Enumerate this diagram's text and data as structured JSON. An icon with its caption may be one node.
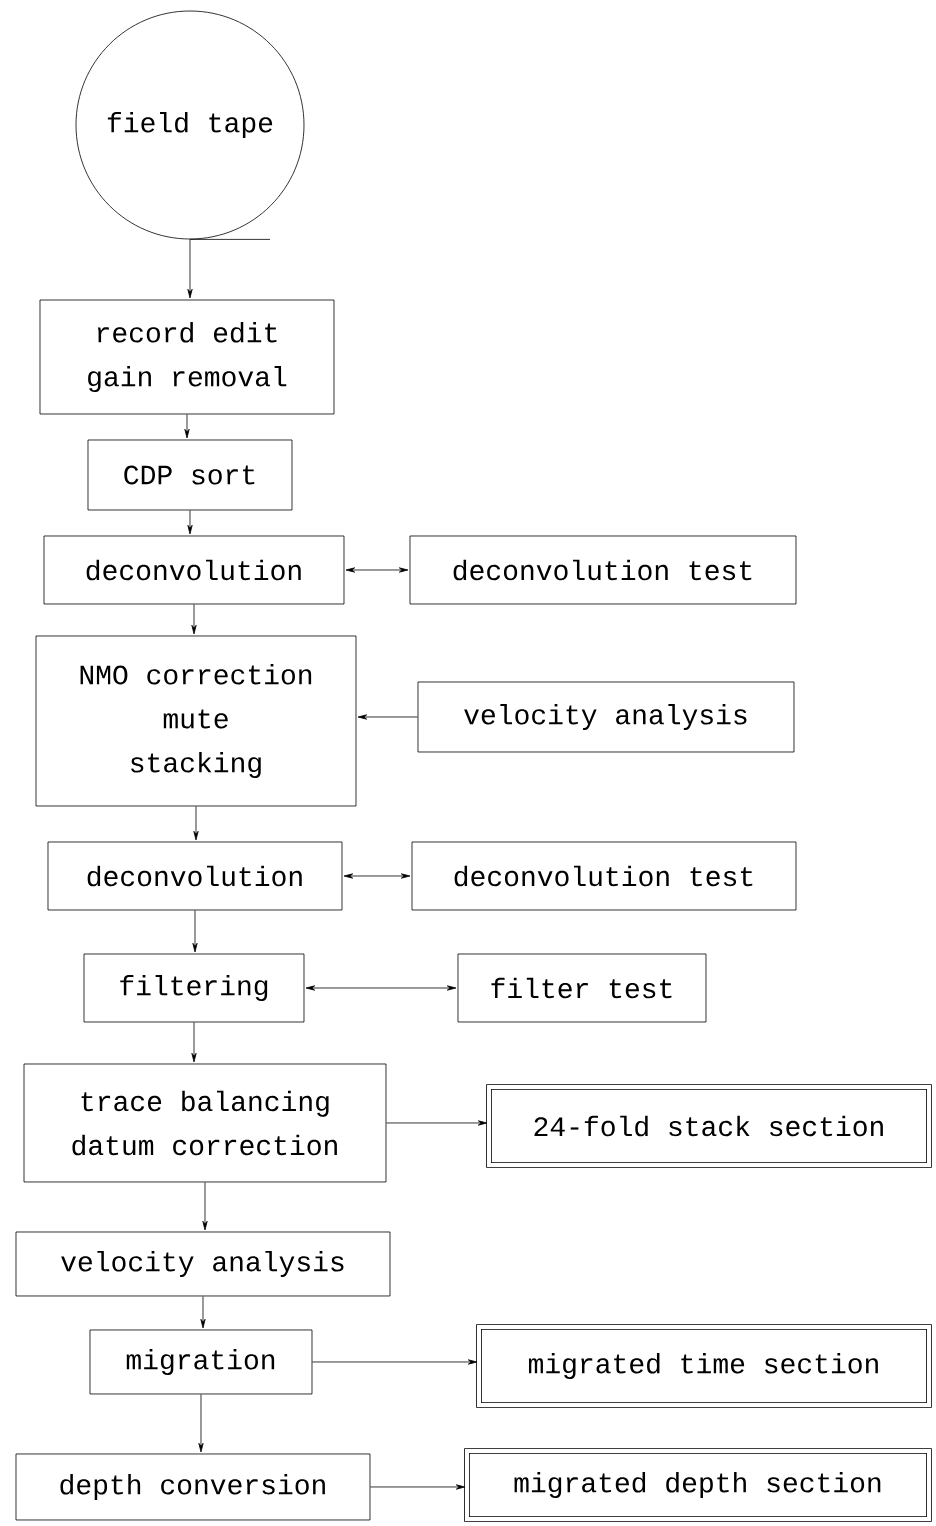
{
  "diagram": {
    "nodes": [
      {
        "text": [
          "field tape"
        ]
      },
      {
        "text": [
          "record edit",
          "gain removal"
        ]
      },
      {
        "text": [
          "CDP sort"
        ]
      },
      {
        "text": [
          "deconvolution"
        ]
      },
      {
        "text": [
          "deconvolution test"
        ]
      },
      {
        "text": [
          "NMO correction",
          "mute",
          "stacking"
        ]
      },
      {
        "text": [
          "velocity analysis"
        ]
      },
      {
        "text": [
          "deconvolution"
        ]
      },
      {
        "text": [
          "deconvolution test"
        ]
      },
      {
        "text": [
          "filtering"
        ]
      },
      {
        "text": [
          "filter test"
        ]
      },
      {
        "text": [
          "trace balancing",
          "datum correction"
        ]
      },
      {
        "text": [
          "24-fold stack section"
        ]
      },
      {
        "text": [
          "velocity analysis"
        ]
      },
      {
        "text": [
          "migration"
        ]
      },
      {
        "text": [
          "migrated time section"
        ]
      },
      {
        "text": [
          "depth conversion"
        ]
      },
      {
        "text": [
          "migrated depth section"
        ]
      }
    ],
    "edges": [
      {
        "from": 0,
        "to": 1,
        "arrow": "to"
      },
      {
        "from": 1,
        "to": 2,
        "arrow": "to"
      },
      {
        "from": 2,
        "to": 3,
        "arrow": "to"
      },
      {
        "from": 3,
        "to": 4,
        "arrow": "both"
      },
      {
        "from": 3,
        "to": 5,
        "arrow": "to"
      },
      {
        "from": 6,
        "to": 5,
        "arrow": "to"
      },
      {
        "from": 5,
        "to": 7,
        "arrow": "to"
      },
      {
        "from": 7,
        "to": 8,
        "arrow": "both"
      },
      {
        "from": 7,
        "to": 9,
        "arrow": "to"
      },
      {
        "from": 9,
        "to": 10,
        "arrow": "both"
      },
      {
        "from": 9,
        "to": 11,
        "arrow": "to"
      },
      {
        "from": 11,
        "to": 12,
        "arrow": "to"
      },
      {
        "from": 11,
        "to": 13,
        "arrow": "to"
      },
      {
        "from": 13,
        "to": 14,
        "arrow": "to"
      },
      {
        "from": 14,
        "to": 15,
        "arrow": "to"
      },
      {
        "from": 14,
        "to": 16,
        "arrow": "to"
      },
      {
        "from": 16,
        "to": 17,
        "arrow": "to"
      }
    ]
  }
}
